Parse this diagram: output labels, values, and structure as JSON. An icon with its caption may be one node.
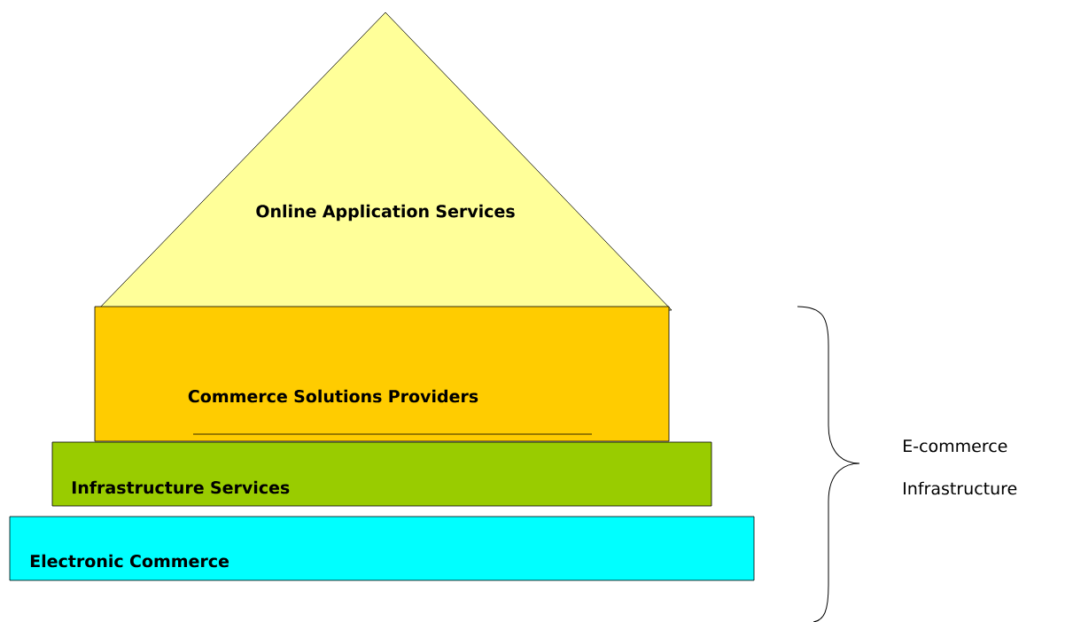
{
  "diagram": {
    "nodes": [
      {
        "text": [
          "Online Application Services"
        ]
      },
      {
        "text": [
          "Commerce Solutions Providers"
        ]
      },
      {
        "text": [
          "Infrastructure Services"
        ]
      },
      {
        "text": [
          "Electronic Commerce"
        ]
      }
    ],
    "labels": [
      "E-commerce Infrastructure"
    ]
  }
}
